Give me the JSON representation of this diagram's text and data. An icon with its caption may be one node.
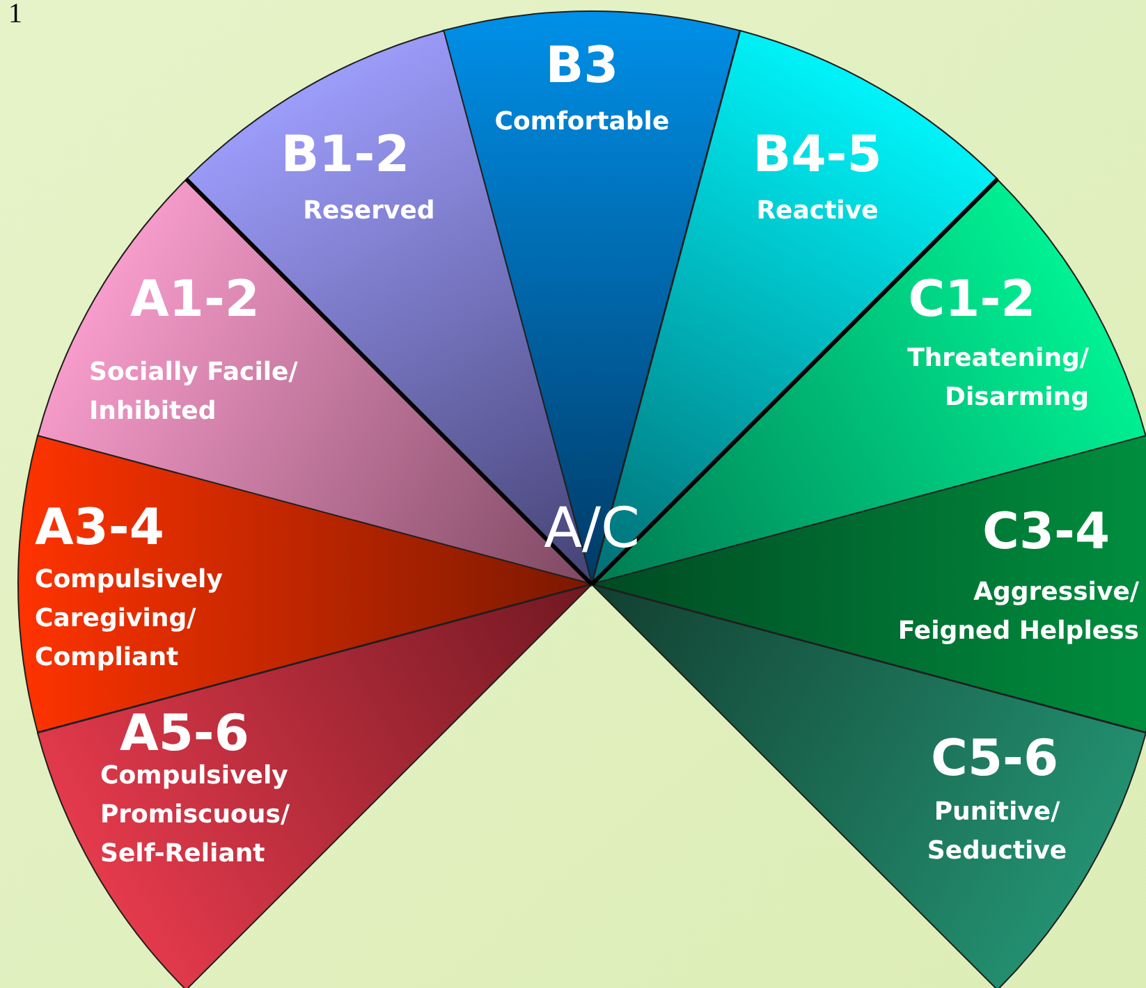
{
  "diagram": {
    "nodes": [
      {
        "text": [
          "B3",
          "Comfortable"
        ]
      },
      {
        "text": [
          "B1-2",
          "Reserved"
        ]
      },
      {
        "text": [
          "B4-5",
          "Reactive"
        ]
      },
      {
        "text": [
          "A1-2",
          "Socially Facile/ Inhibited"
        ]
      },
      {
        "text": [
          "C1-2",
          "Threatening/ Disarming"
        ]
      },
      {
        "text": [
          "A3-4",
          "Compulsively Caregiving/ Compliant"
        ]
      },
      {
        "text": [
          "C3-4",
          "Aggressive/ Feigned Helpless"
        ]
      },
      {
        "text": [
          "A5-6",
          "Compulsively Promiscuous/ Self-Reliant"
        ]
      },
      {
        "text": [
          "C5-6",
          "Punitive/ Seductive"
        ]
      }
    ],
    "labels": [
      "1",
      "A/C"
    ]
  }
}
